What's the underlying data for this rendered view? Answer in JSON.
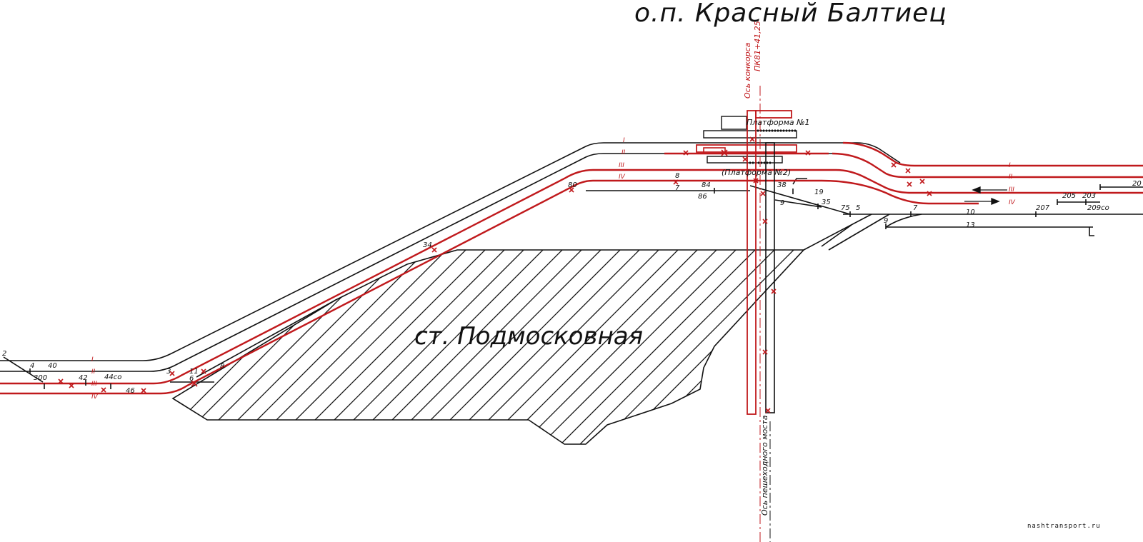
{
  "diagram": {
    "stop_title": "о.п. Красный Балтиец",
    "station_title": "ст. Подмосковная",
    "platform_1": "Платформа №1",
    "platform_2": "(Платформа №2)",
    "concourse_axis_1": "Ось конкорса",
    "concourse_axis_2": "ПК81+41,25",
    "bridge_axis": "Ось пешеходного моста",
    "watermark": "nashtransport.ru",
    "colors": {
      "red": "#c0191c",
      "black": "#111111"
    },
    "left_track_numbers": [
      "I",
      "II",
      "III",
      "IV"
    ],
    "mid_track_numbers": [
      "I",
      "II",
      "III",
      "IV"
    ],
    "right_track_numbers": [
      "I",
      "II",
      "III",
      "IV"
    ],
    "side_track_numbers": [
      "8",
      "7",
      "10",
      "13"
    ],
    "switch_labels": {
      "s2": "2",
      "s4": "4",
      "s40": "40",
      "s300": "300",
      "s42": "42",
      "s44co": "44со",
      "s46": "46",
      "s3": "3",
      "s11": "11",
      "s6": "6",
      "s8": "8",
      "s34": "34",
      "s80": "80",
      "s84": "84",
      "s86": "86",
      "s38": "38",
      "s19": "19",
      "s9a": "9",
      "s35": "35",
      "s75": "75",
      "s5": "5",
      "s9b": "9",
      "s7": "7",
      "s207": "207",
      "s205": "205",
      "s203": "203",
      "s209co": "209со",
      "s20": "20"
    }
  }
}
